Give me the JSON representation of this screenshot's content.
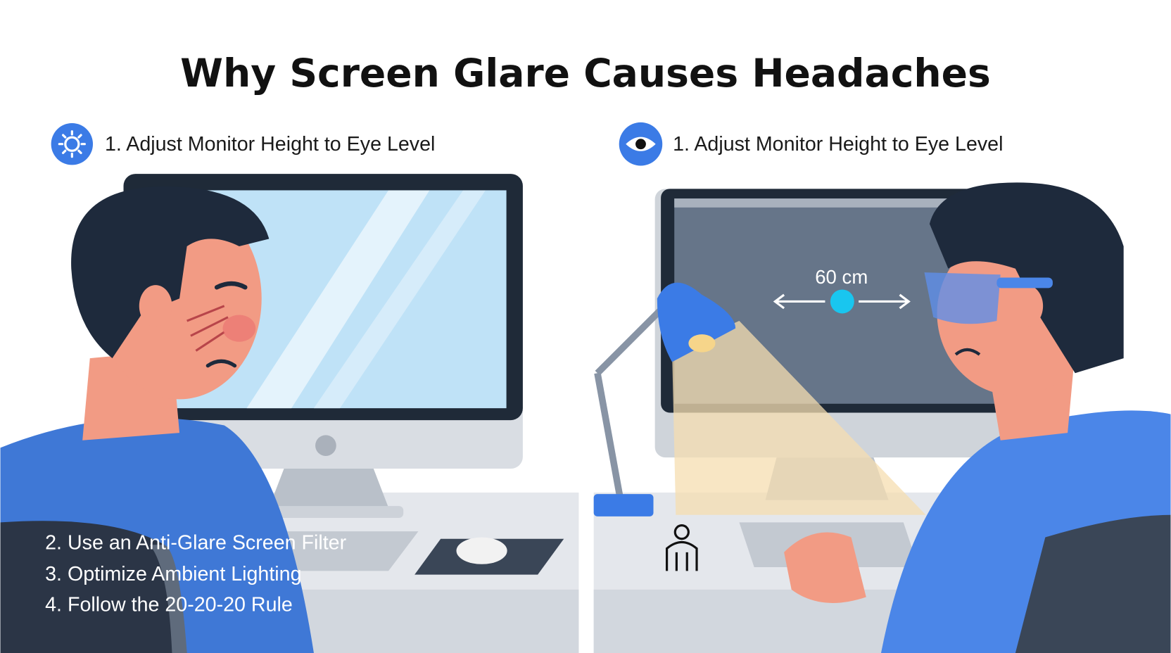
{
  "title": "Why Screen Glare Causes Headaches",
  "left_panel": {
    "heading": "1. Adjust Monitor Height to Eye Level",
    "heading_icon": "sun-icon",
    "tips": [
      "2. Use an Anti-Glare Screen Filter",
      "3. Optimize Ambient Lighting",
      "4. Follow the 20-20-20 Rule"
    ]
  },
  "right_panel": {
    "heading": "1. Adjust Monitor Height to Eye Level",
    "heading_icon": "eye-icon",
    "distance_label": "60 cm",
    "posture_icon": "person-posture-icon"
  },
  "colors": {
    "accent": "#3b7be6",
    "shirt": "#3f78d6",
    "hair": "#1e2a3c",
    "skin": "#f29b84",
    "screen_glare": "#bfe2f7",
    "screen_dark": "#667589",
    "lamp_light": "#f5deb0",
    "distance_dot": "#19c6ef"
  }
}
